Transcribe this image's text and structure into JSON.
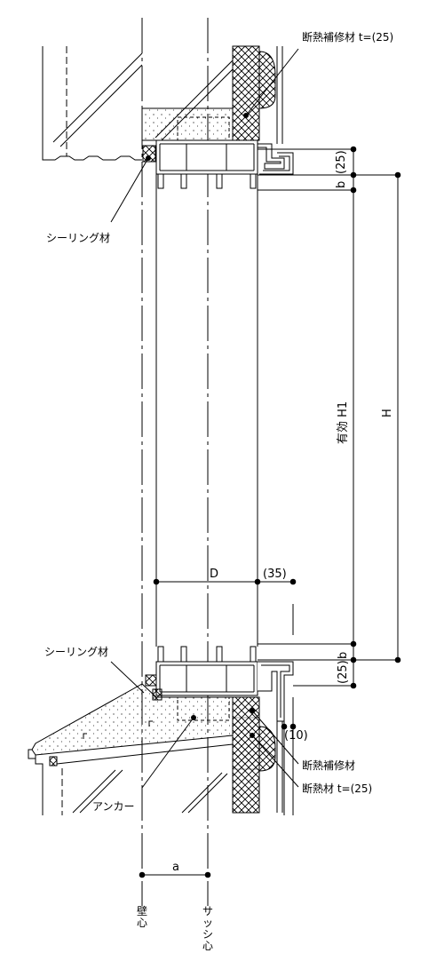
{
  "labels": {
    "insulation_repair_top": "断熱補修材 t=(25)",
    "sealing_top": "シーリング材",
    "sealing_bottom": "シーリング材",
    "insulation_repair_bottom": "断熱補修材",
    "insulation_bottom": "断熱材 t=(25)",
    "anchor": "アンカー",
    "wall_center": "壁心",
    "sash_center": "サッシ心"
  },
  "dimensions": {
    "b_top": "b",
    "t25_top": "(25)",
    "effective_h": "有効 H1",
    "h": "H",
    "d": "D",
    "w35": "(35)",
    "b_bottom": "b",
    "t25_bottom": "(25)",
    "t10": "(10)",
    "a": "a"
  },
  "colors": {
    "line": "#000000",
    "background": "#ffffff"
  }
}
